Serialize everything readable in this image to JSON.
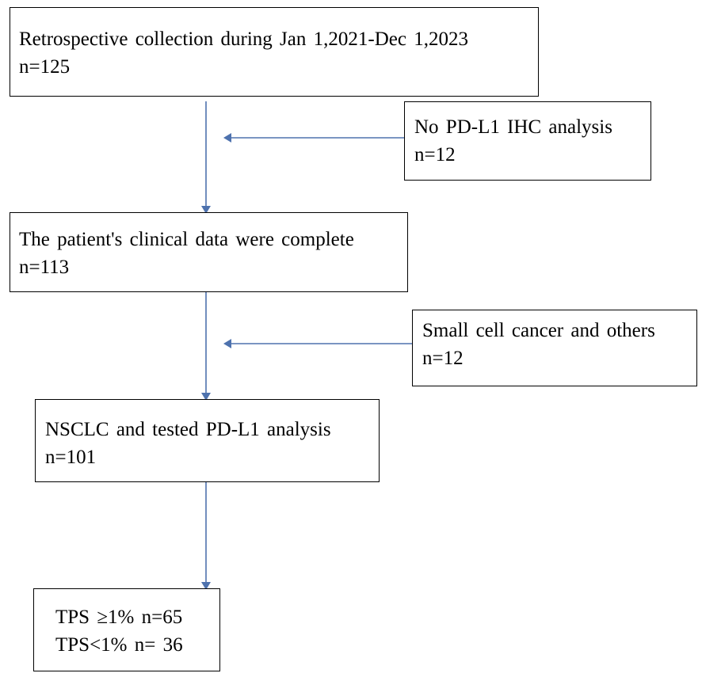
{
  "boxes": {
    "collection": {
      "line1": "Retrospective collection during Jan 1,2021-Dec 1,2023",
      "line2": "n=125"
    },
    "no_ihc": {
      "line1": "No PD-L1 IHC analysis",
      "line2": "n=12"
    },
    "complete": {
      "line1": "The patient's clinical data were complete",
      "line2": "n=113"
    },
    "small_cell": {
      "line1": "Small cell cancer and others",
      "line2": "n=12"
    },
    "nsclc": {
      "line1": "NSCLC and tested PD-L1 analysis",
      "line2": "n=101"
    },
    "tps": {
      "line1": "TPS ≥1%  n=65",
      "line2": "TPS<1%  n= 36"
    }
  },
  "colors": {
    "connector": "#4e72ae",
    "box_border": "#000000"
  }
}
